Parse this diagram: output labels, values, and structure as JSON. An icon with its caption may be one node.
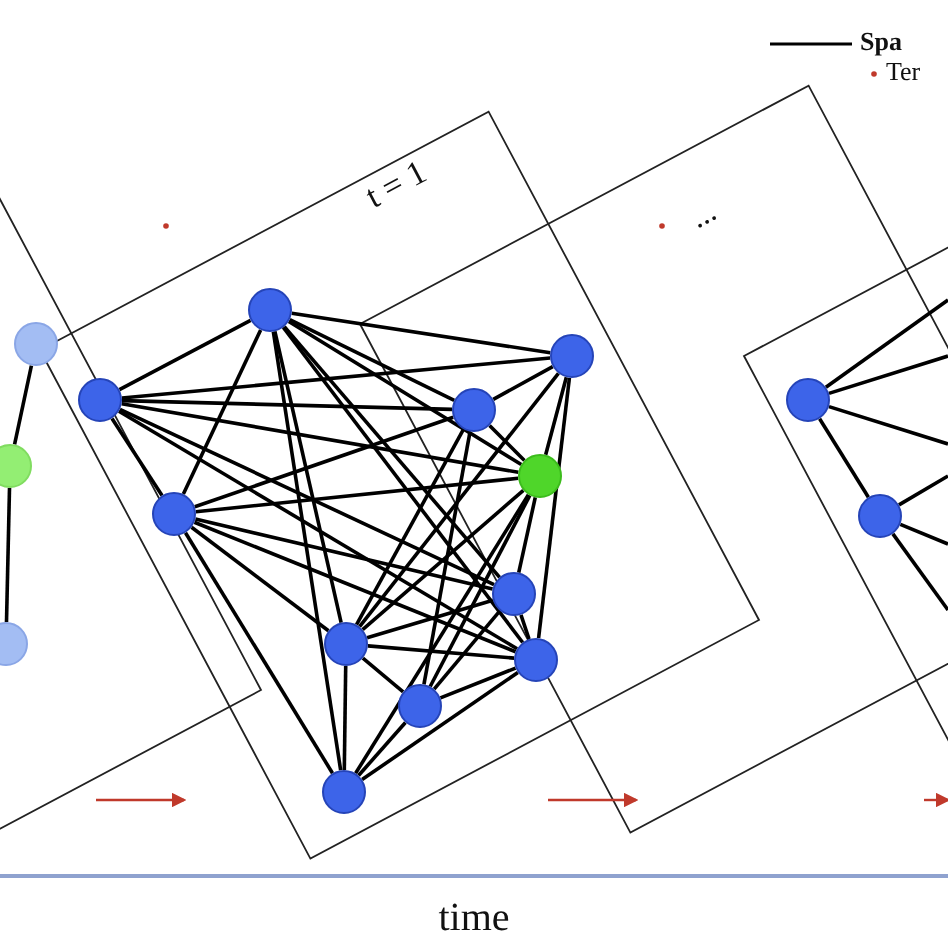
{
  "diagram": {
    "nodes": [
      {
        "text": [],
        "shape": "circle"
      },
      {
        "text": [],
        "shape": "circle"
      },
      {
        "text": [],
        "shape": "circle"
      },
      {
        "text": [],
        "shape": "circle"
      },
      {
        "text": [],
        "shape": "circle"
      },
      {
        "text": [],
        "shape": "circle"
      },
      {
        "text": [],
        "shape": "circle"
      },
      {
        "text": [],
        "shape": "circle"
      },
      {
        "text": [],
        "shape": "circle"
      },
      {
        "text": [],
        "shape": "circle"
      },
      {
        "text": [],
        "shape": "circle"
      },
      {
        "text": [],
        "shape": "circle"
      },
      {
        "text": [],
        "shape": "circle"
      },
      {
        "text": [],
        "shape": "circle"
      },
      {
        "text": [],
        "shape": "circle"
      },
      {
        "text": [],
        "shape": "circle"
      }
    ],
    "edges": [
      {
        "from": 3,
        "to": 4,
        "arrow": "none"
      },
      {
        "from": 3,
        "to": 5,
        "arrow": "none"
      },
      {
        "from": 3,
        "to": 7,
        "arrow": "none"
      },
      {
        "from": 3,
        "to": 6,
        "arrow": "none"
      },
      {
        "from": 3,
        "to": 8,
        "arrow": "none"
      },
      {
        "from": 3,
        "to": 10,
        "arrow": "none"
      },
      {
        "from": 3,
        "to": 13,
        "arrow": "none"
      },
      {
        "from": 3,
        "to": 9,
        "arrow": "none"
      },
      {
        "from": 3,
        "to": 11,
        "arrow": "none"
      },
      {
        "from": 4,
        "to": 5,
        "arrow": "none"
      },
      {
        "from": 4,
        "to": 7,
        "arrow": "none"
      },
      {
        "from": 4,
        "to": 6,
        "arrow": "none"
      },
      {
        "from": 4,
        "to": 8,
        "arrow": "none"
      },
      {
        "from": 4,
        "to": 9,
        "arrow": "none"
      },
      {
        "from": 4,
        "to": 11,
        "arrow": "none"
      },
      {
        "from": 5,
        "to": 8,
        "arrow": "none"
      },
      {
        "from": 5,
        "to": 6,
        "arrow": "none"
      },
      {
        "from": 5,
        "to": 10,
        "arrow": "none"
      },
      {
        "from": 5,
        "to": 9,
        "arrow": "none"
      },
      {
        "from": 5,
        "to": 11,
        "arrow": "none"
      },
      {
        "from": 5,
        "to": 13,
        "arrow": "none"
      },
      {
        "from": 6,
        "to": 7,
        "arrow": "none"
      },
      {
        "from": 6,
        "to": 8,
        "arrow": "none"
      },
      {
        "from": 6,
        "to": 10,
        "arrow": "none"
      },
      {
        "from": 6,
        "to": 12,
        "arrow": "none"
      },
      {
        "from": 7,
        "to": 8,
        "arrow": "none"
      },
      {
        "from": 7,
        "to": 11,
        "arrow": "none"
      },
      {
        "from": 7,
        "to": 10,
        "arrow": "none"
      },
      {
        "from": 8,
        "to": 10,
        "arrow": "none"
      },
      {
        "from": 8,
        "to": 13,
        "arrow": "none"
      },
      {
        "from": 8,
        "to": 12,
        "arrow": "none"
      },
      {
        "from": 8,
        "to": 9,
        "arrow": "none"
      },
      {
        "from": 9,
        "to": 11,
        "arrow": "none"
      },
      {
        "from": 9,
        "to": 10,
        "arrow": "none"
      },
      {
        "from": 9,
        "to": 12,
        "arrow": "none"
      },
      {
        "from": 10,
        "to": 11,
        "arrow": "none"
      },
      {
        "from": 10,
        "to": 12,
        "arrow": "none"
      },
      {
        "from": 10,
        "to": 13,
        "arrow": "none"
      },
      {
        "from": 11,
        "to": 12,
        "arrow": "none"
      },
      {
        "from": 11,
        "to": 13,
        "arrow": "none"
      },
      {
        "from": 12,
        "to": 13,
        "arrow": "none"
      },
      {
        "from": 0,
        "to": 1,
        "arrow": "none"
      },
      {
        "from": 1,
        "to": 2,
        "arrow": "none"
      },
      {
        "from": 14,
        "to": 15,
        "arrow": "none"
      },
      {
        "from": 14,
        "to": null,
        "arrow": "none"
      },
      {
        "from": 14,
        "to": null,
        "arrow": "none"
      },
      {
        "from": 14,
        "to": null,
        "arrow": "none"
      },
      {
        "from": 15,
        "to": null,
        "arrow": "none"
      },
      {
        "from": 15,
        "to": null,
        "arrow": "none"
      },
      {
        "from": 15,
        "to": null,
        "arrow": "none"
      }
    ],
    "labels": [
      "t = 1",
      "...",
      "time"
    ],
    "legend": [
      {
        "text": "Spa"
      },
      {
        "text": "Ter"
      }
    ]
  }
}
